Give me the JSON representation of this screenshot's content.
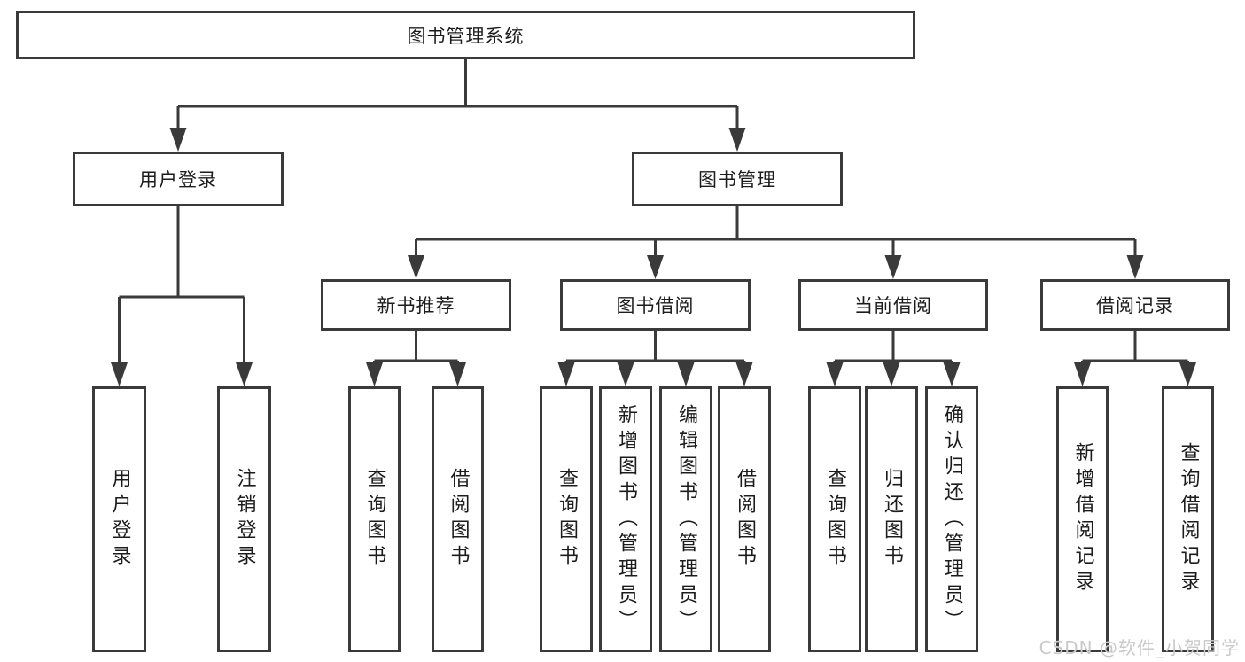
{
  "tree": {
    "root": "图书管理系统",
    "branches": [
      {
        "label": "用户登录",
        "leaves": [
          "用户登录",
          "注销登录"
        ]
      },
      {
        "label": "图书管理",
        "sections": [
          {
            "label": "新书推荐",
            "leaves": [
              "查询图书",
              "借阅图书"
            ]
          },
          {
            "label": "图书借阅",
            "leaves": [
              "查询图书",
              "新增图书（管理员）",
              "编辑图书（管理员）",
              "借阅图书"
            ]
          },
          {
            "label": "当前借阅",
            "leaves": [
              "查询图书",
              "归还图书",
              "确认归还（管理员）"
            ]
          },
          {
            "label": "借阅记录",
            "leaves": [
              "新增借阅记录",
              "查询借阅记录"
            ]
          }
        ]
      }
    ]
  },
  "watermark": "CSDN @软件_小贺同学",
  "colors": {
    "line": "#3a3a3a",
    "box_border": "#3a3a3a",
    "box_fill": "#ffffff",
    "text": "#1c1c1c",
    "watermark": "#c9c9c9",
    "background": "#ffffff"
  }
}
